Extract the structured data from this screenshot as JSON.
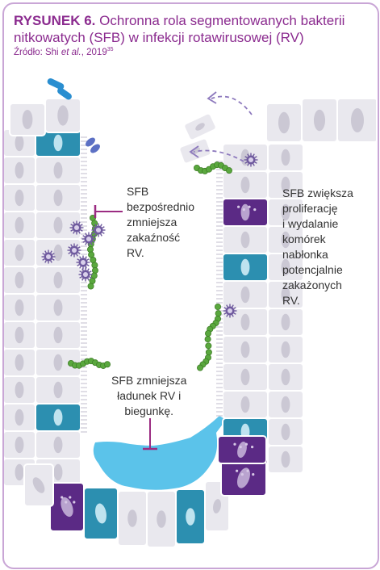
{
  "figure": {
    "label": "RYSUNEK 6.",
    "title": "Ochronna rola segmentowanych bakterii nitkowatych (SFB) w infekcji rotawirusowej (RV)",
    "source_prefix": "Źródło: Shi ",
    "source_italic": "et al.",
    "source_year": ", 2019",
    "source_ref": "35"
  },
  "annotations": {
    "left": [
      "SFB",
      "bezpośrednio",
      "zmniejsza",
      "zakaźność",
      "RV."
    ],
    "right": [
      "SFB zwiększa",
      "proliferację",
      "i wydalanie",
      "komórek",
      "nabłonka",
      "potencjalnie",
      "zakażonych",
      "RV."
    ],
    "bottom": [
      "SFB zmniejsza",
      "ładunek RV i",
      "biegunkę."
    ]
  },
  "colors": {
    "title": "#8b2b8f",
    "cell": "#e9e8ee",
    "nucleus": "#cbc8d4",
    "teal": "#2c8fb0",
    "purple": "#5b2a85",
    "lumen": "#5bc3ea",
    "sfb": "#5aa83e",
    "virus": "#6f5a9e",
    "inhibit": "#9b2c82",
    "arrow": "#8d79bd"
  }
}
